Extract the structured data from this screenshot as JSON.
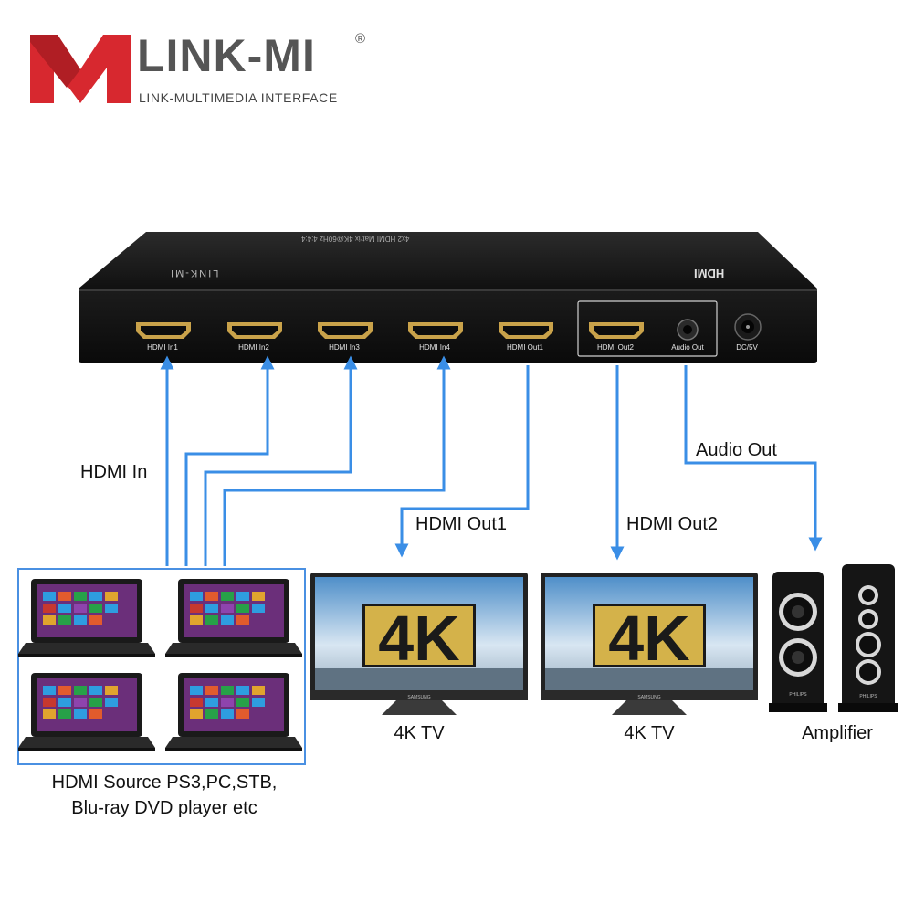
{
  "brand": {
    "name": "LINK-MI",
    "registered": "®",
    "tagline": "LINK-MULTIMEDIA INTERFACE",
    "color_red": "#d7282f",
    "color_gray": "#555555"
  },
  "device": {
    "top_brand": "LINK-MI",
    "top_model": "4x2 HDMI Matrix 4K@60Hz 4:4:4",
    "top_hdmi_logo": "HDMI",
    "ports": [
      {
        "label": "HDMI In1",
        "icon": "hdmi-port-icon"
      },
      {
        "label": "HDMI In2",
        "icon": "hdmi-port-icon"
      },
      {
        "label": "HDMI In3",
        "icon": "hdmi-port-icon"
      },
      {
        "label": "HDMI In4",
        "icon": "hdmi-port-icon"
      },
      {
        "label": "HDMI Out1",
        "icon": "hdmi-port-icon"
      },
      {
        "label": "HDMI Out2",
        "icon": "hdmi-port-icon"
      },
      {
        "label": "Audio Out",
        "icon": "audio-jack-icon"
      },
      {
        "label": "DC/5V",
        "icon": "dc-jack-icon"
      }
    ]
  },
  "connections": {
    "hdmi_in": "HDMI In",
    "hdmi_out1": "HDMI Out1",
    "hdmi_out2": "HDMI Out2",
    "audio_out": "Audio Out",
    "arrow_color": "#3a8ee6"
  },
  "sources": {
    "caption_line1": "HDMI Source PS3,PC,STB,",
    "caption_line2": "Blu-ray DVD player etc",
    "count": 4,
    "icon": "laptop-icon"
  },
  "displays": [
    {
      "caption": "4K TV",
      "screen_text": "4K",
      "brand": "SAMSUNG",
      "icon": "tv-icon"
    },
    {
      "caption": "4K TV",
      "screen_text": "4K",
      "brand": "SAMSUNG",
      "icon": "tv-icon"
    }
  ],
  "amplifier": {
    "caption": "Amplifier",
    "brand": "PHILIPS",
    "icon": "speaker-icon"
  }
}
